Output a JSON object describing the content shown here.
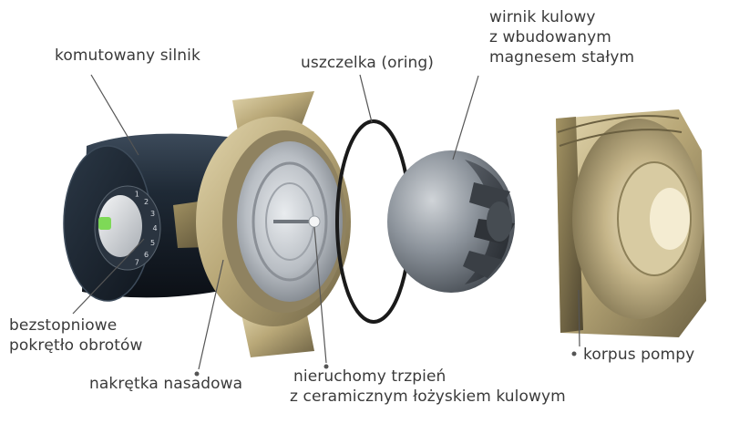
{
  "labels": {
    "motor": "komutowany silnik",
    "seal": "uszczelka (oring)",
    "rotor": [
      "wirnik kulowy",
      "z wbudowanym",
      "magnesem stałym"
    ],
    "knob": [
      "bezstopniowe",
      "pokrętło obrotów"
    ],
    "nut": "nakrętka nasadowa",
    "pin": [
      "nieruchomy trzpień",
      "z ceramicznym łożyskiem kulowym"
    ],
    "housing": "korpus pompy"
  },
  "knob_scale": [
    "1",
    "2",
    "3",
    "4",
    "5",
    "6",
    "7"
  ],
  "colors": {
    "motor_body": "#1f2a36",
    "brass": "#b9a878",
    "rotor_grey": "#7c828a",
    "seal": "#1a1a1a",
    "leader": "#555555"
  }
}
